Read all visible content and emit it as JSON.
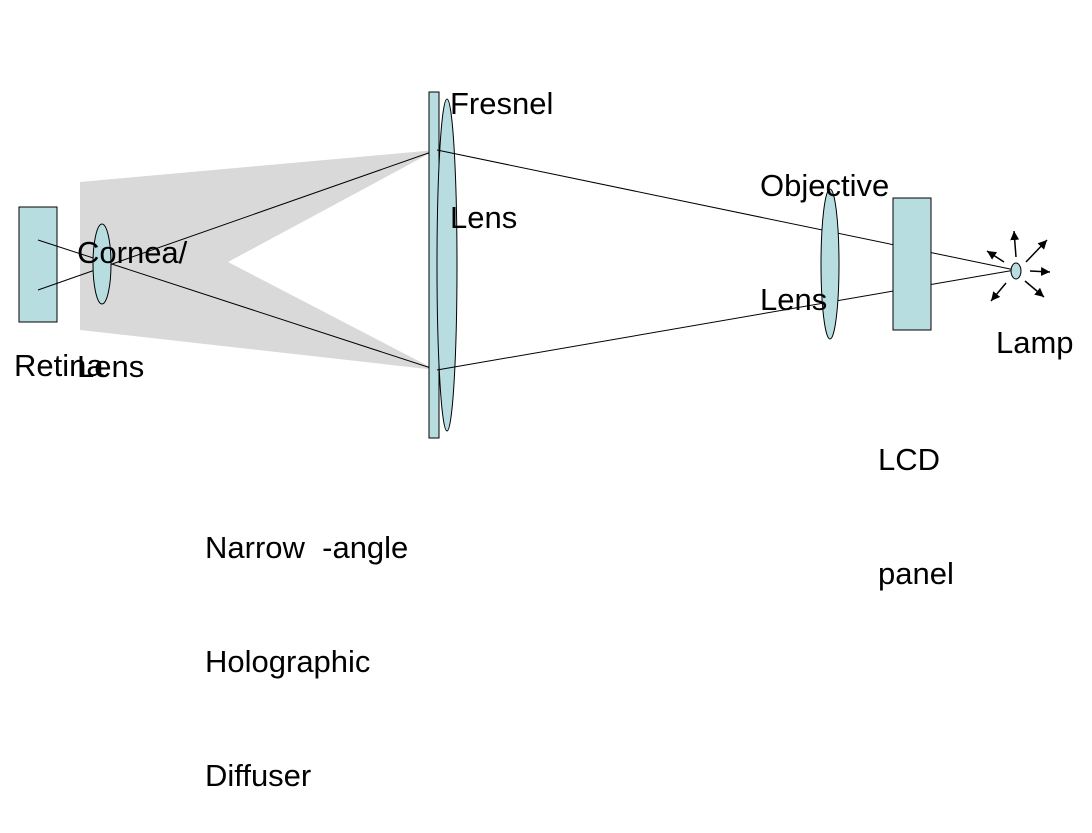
{
  "labels": {
    "fresnel": [
      "Fresnel",
      "Lens"
    ],
    "objective": [
      "Objective",
      "Lens"
    ],
    "cornea": [
      "Cornea/",
      "Lens"
    ],
    "retina": "Retina",
    "lamp": "Lamp",
    "lcd": [
      "LCD",
      "panel"
    ],
    "diffuser": [
      "Narrow  -angle",
      "Holographic",
      "Diffuser"
    ]
  },
  "colors": {
    "component_fill": "#b7dde0",
    "shadow_fill": "#d9d9d9",
    "ray": "#000000"
  }
}
